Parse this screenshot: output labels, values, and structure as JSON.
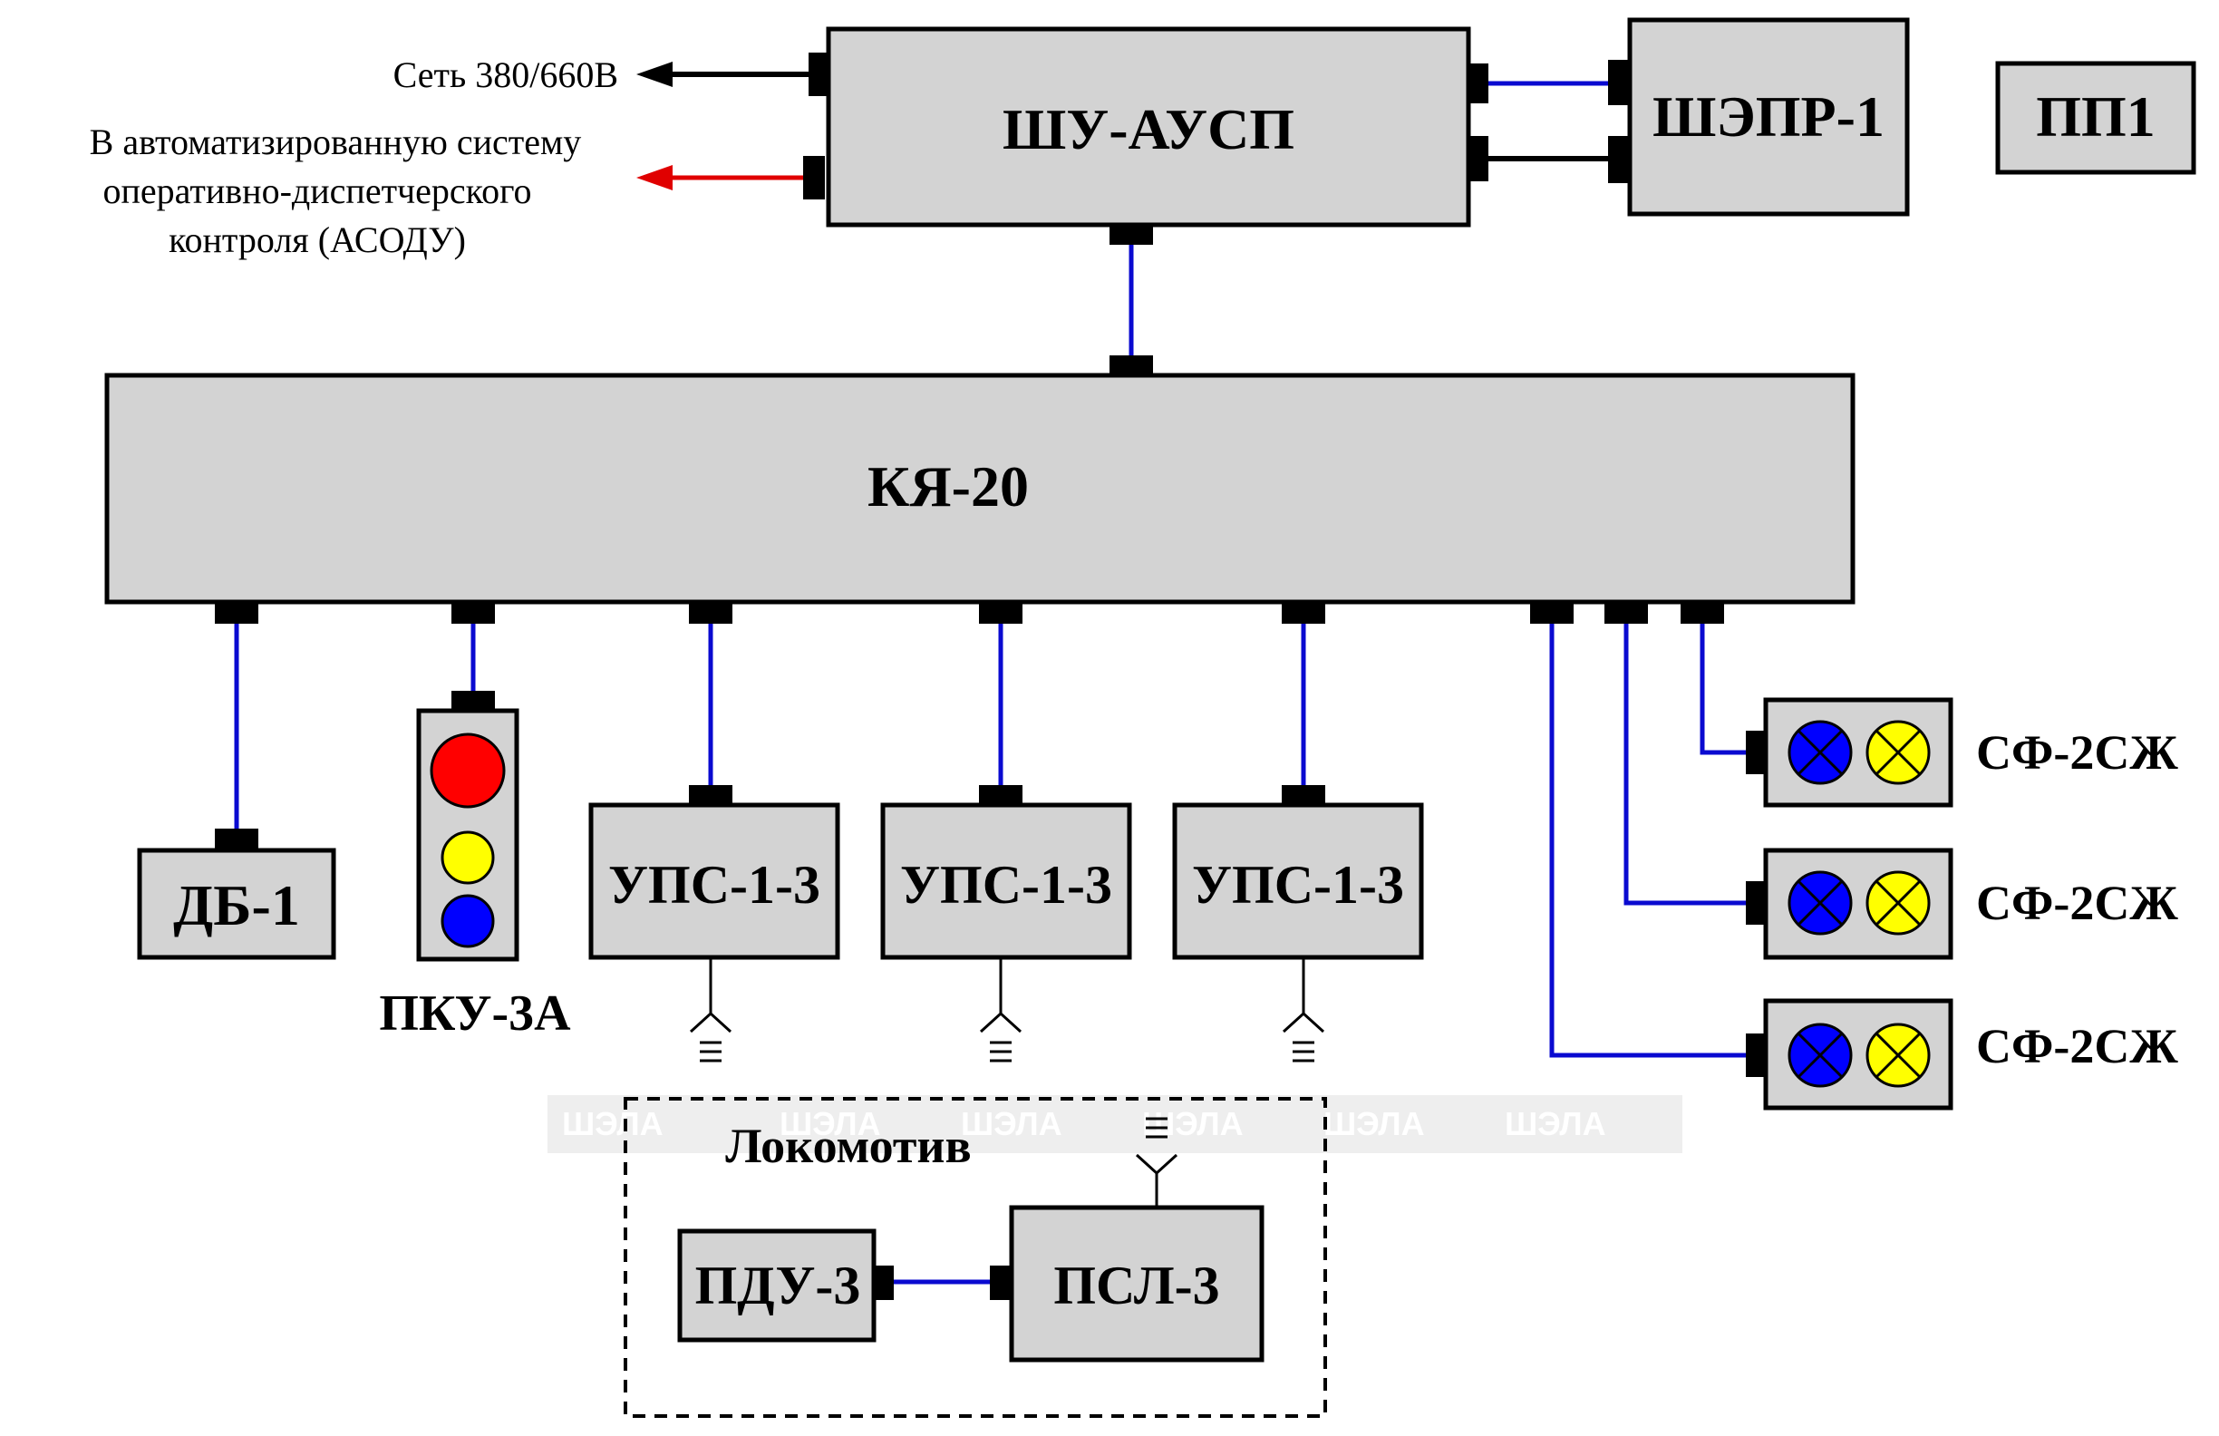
{
  "inputs": {
    "network": "Сеть  380/660В",
    "asodu_line1": "В автоматизированную систему",
    "asodu_line2": "оперативно-диспетчерского",
    "asodu_line3": "контроля (АСОДУ)"
  },
  "blocks": {
    "shu": "ШУ-АУСП",
    "shepr": "ШЭПР-1",
    "pp1": "ПП1",
    "kya": "КЯ-20",
    "db1": "ДБ-1",
    "pku": "ПКУ-3А",
    "ups1": "УПС-1-3",
    "ups2": "УПС-1-3",
    "ups3": "УПС-1-3",
    "sf1": "СФ-2СЖ",
    "sf2": "СФ-2СЖ",
    "sf3": "СФ-2СЖ",
    "locomotive": "Локомотив",
    "pdu": "ПДУ-3",
    "psl": "ПСЛ-3"
  },
  "watermark": "ШЭЛА",
  "colors": {
    "box_fill": "#d3d3d3",
    "link_blue": "#0a0ad0",
    "arrow_red": "#e00000",
    "lamp_red": "#ff0000",
    "lamp_yellow": "#ffff00",
    "lamp_blue": "#0000ff"
  }
}
